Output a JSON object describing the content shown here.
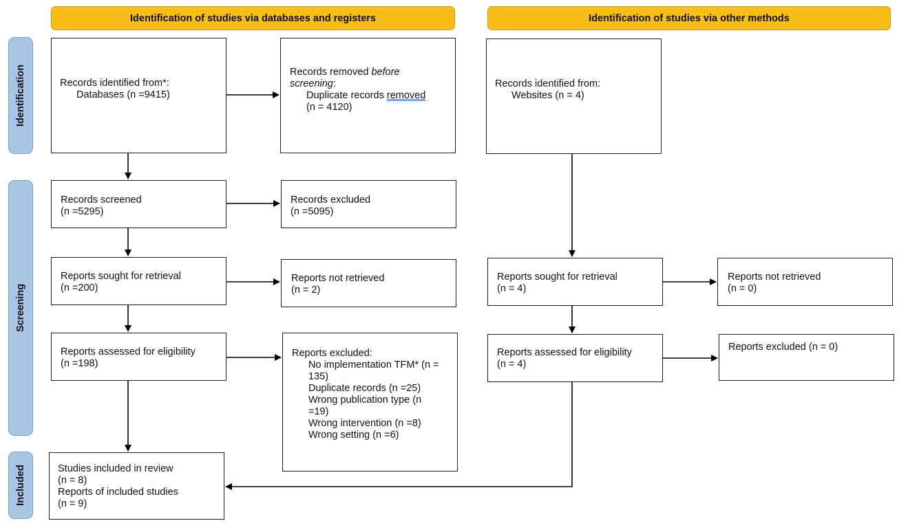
{
  "headers": {
    "databases": "Identification of studies via databases and registers",
    "other": "Identification of studies via other methods"
  },
  "stages": {
    "identification": "Identification",
    "screening": "Screening",
    "included": "Included"
  },
  "db": {
    "identified": {
      "line1": "Records identified from*:",
      "line2": "Databases (n =9415)"
    },
    "removed": {
      "line1_pre": "Records removed ",
      "line1_em": "before",
      "line2_em": "screening",
      "line2_post": ":",
      "line3": "Duplicate records ",
      "line3_u": "removed",
      "line4": "(n = 4120)"
    },
    "screened": {
      "line1": "Records screened",
      "line2": "(n =5295)"
    },
    "excluded": {
      "line1": "Records excluded",
      "line2": "(n =5095)"
    },
    "sought": {
      "line1": "Reports sought for retrieval",
      "line2": "(n =200)"
    },
    "not_retrieved": {
      "line1": "Reports not retrieved",
      "line2": "(n = 2)"
    },
    "assessed": {
      "line1": "Reports assessed for eligibility",
      "line2": "(n =198)"
    },
    "reports_excluded": {
      "title": "Reports excluded:",
      "lines": [
        "No implementation TFM* (n =",
        "135)",
        "Duplicate records (n =25)",
        "Wrong publication type (n",
        "=19)",
        "Wrong intervention (n =8)",
        "Wrong setting (n =6)"
      ]
    },
    "included": {
      "line1": "Studies included in review",
      "line2": "(n = 8)",
      "line3": "Reports of included studies",
      "line4": "(n = 9)"
    }
  },
  "other": {
    "identified": {
      "line1": "Records identified from:",
      "line2": "Websites (n = 4)"
    },
    "sought": {
      "line1": "Reports sought for retrieval",
      "line2": "(n = 4)"
    },
    "not_retrieved": {
      "line1": "Reports not retrieved",
      "line2": "(n = 0)"
    },
    "assessed": {
      "line1": "Reports assessed for eligibility",
      "line2": "(n = 4)"
    },
    "excluded": {
      "line1": "Reports excluded (n = 0)"
    }
  },
  "colors": {
    "header": "#f6be16",
    "stage": "#a9c6e7",
    "line": "#000000"
  }
}
